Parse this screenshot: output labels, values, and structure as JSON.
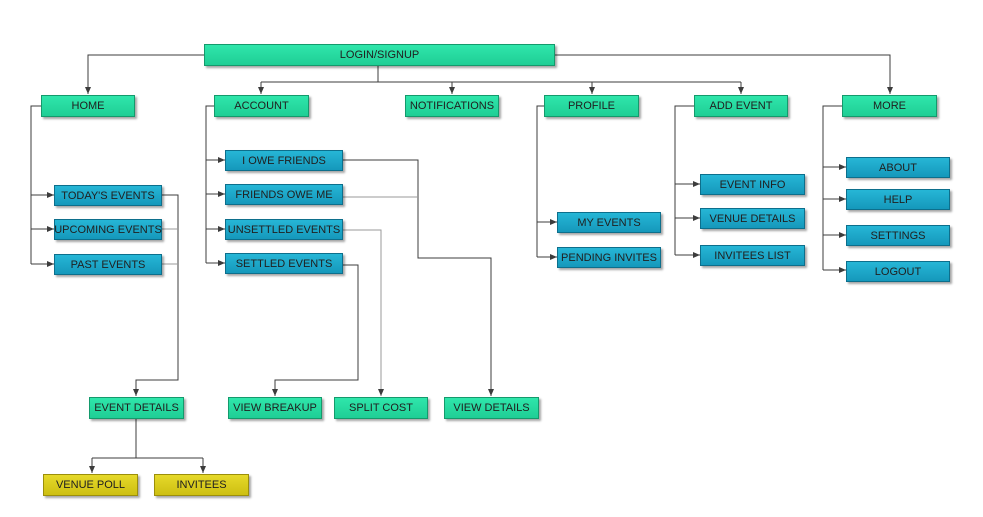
{
  "diagram": {
    "root": "LOGIN/SIGNUP",
    "sections": {
      "home": "HOME",
      "account": "ACCOUNT",
      "notifications": "NOTIFICATIONS",
      "profile": "PROFILE",
      "add_event": "ADD EVENT",
      "more": "MORE"
    },
    "home_items": {
      "todays_events": "TODAY'S EVENTS",
      "upcoming_events": "UPCOMING EVENTS",
      "past_events": "PAST EVENTS",
      "event_details": "EVENT DETAILS",
      "venue_poll": "VENUE POLL",
      "invitees": "INVITEES"
    },
    "account_items": {
      "i_owe_friends": "I OWE FRIENDS",
      "friends_owe_me": "FRIENDS OWE ME",
      "unsettled_events": "UNSETTLED EVENTS",
      "settled_events": "SETTLED EVENTS",
      "view_breakup": "VIEW BREAKUP",
      "split_cost": "SPLIT COST",
      "view_details": "VIEW DETAILS"
    },
    "profile_items": {
      "my_events": "MY EVENTS",
      "pending_invites": "PENDING INVITES"
    },
    "add_event_items": {
      "event_info": "EVENT INFO",
      "venue_details": "VENUE DETAILS",
      "invitees_list": "INVITEES LIST"
    },
    "more_items": {
      "about": "ABOUT",
      "help": "HELP",
      "settings": "SETTINGS",
      "logout": "LOGOUT"
    }
  },
  "colors": {
    "section": "#22d89d",
    "child": "#1aa7c9",
    "leaf": "#d9cc1c",
    "line": "#3c3c3c"
  }
}
